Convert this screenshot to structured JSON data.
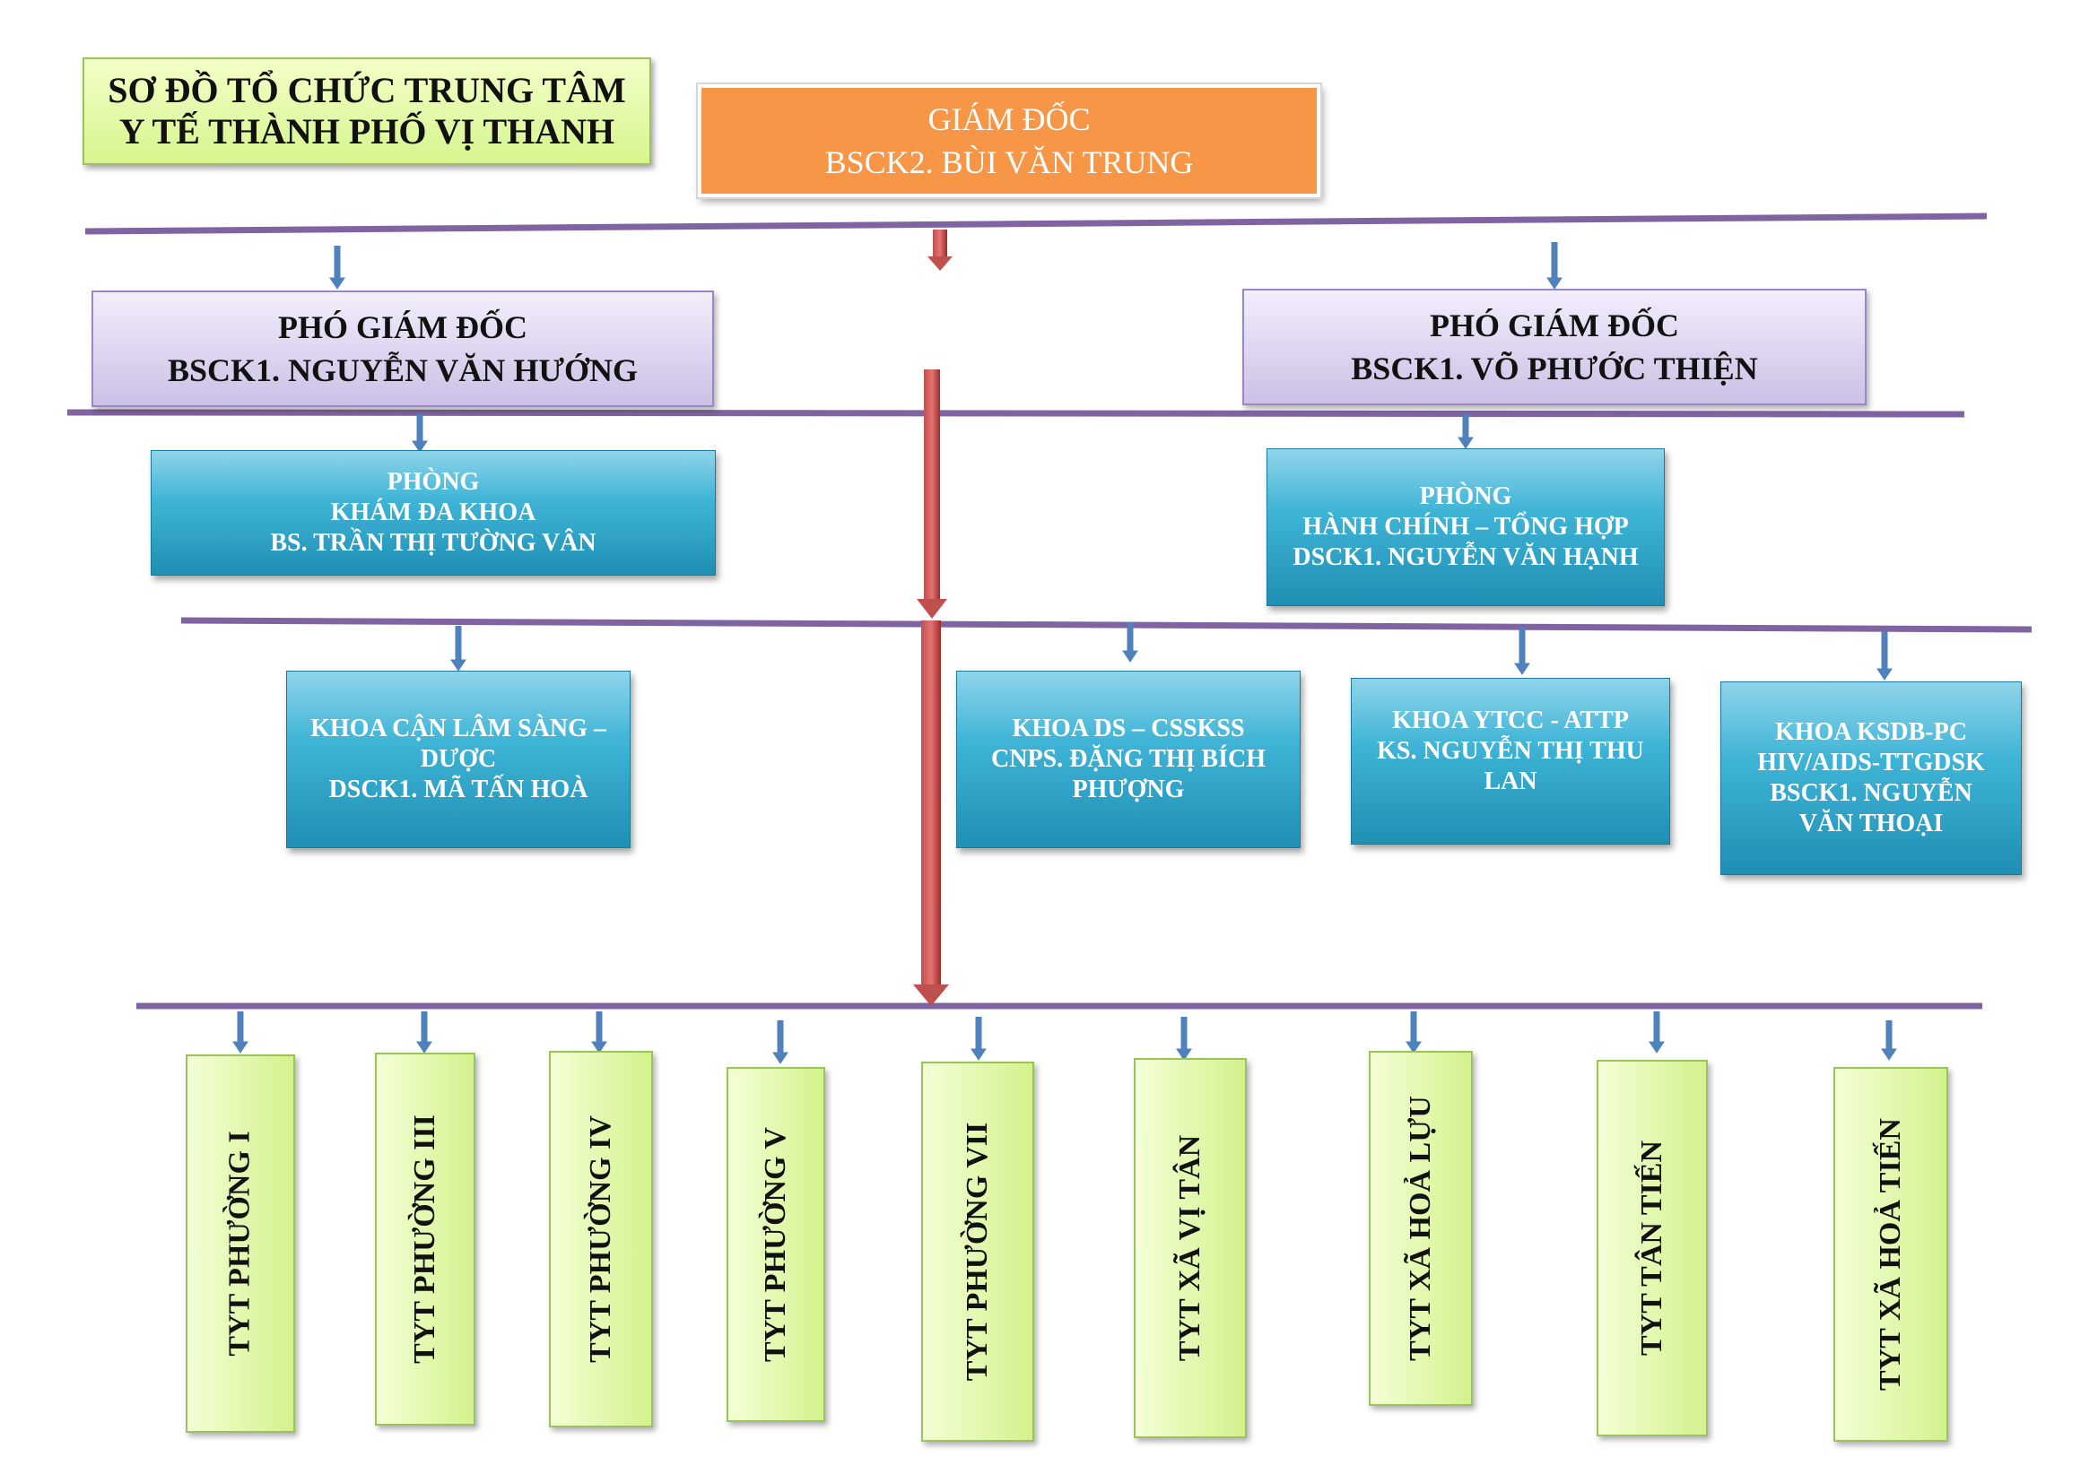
{
  "title": {
    "line1": "SƠ ĐỒ TỔ CHỨC TRUNG TÂM",
    "line2": "Y TẾ THÀNH PHỐ VỊ THANH"
  },
  "director": {
    "role": "GIÁM ĐỐC",
    "name": "BSCK2. BÙI VĂN TRUNG"
  },
  "deputies": [
    {
      "role": "PHÓ GIÁM ĐỐC",
      "name": "BSCK1. NGUYỄN VĂN HƯỚNG"
    },
    {
      "role": "PHÓ GIÁM ĐỐC",
      "name": "BSCK1. VÕ PHƯỚC THIỆN"
    }
  ],
  "offices": [
    {
      "l1": "PHÒNG",
      "l2": "KHÁM ĐA KHOA",
      "l3": "BS. TRẦN THỊ TƯỜNG VÂN"
    },
    {
      "l1": "PHÒNG",
      "l2": "HÀNH CHÍNH – TỔNG HỢP",
      "l3": "DSCK1. NGUYỄN VĂN HẠNH"
    }
  ],
  "departments": [
    {
      "l1": "KHOA CẬN LÂM SÀNG –",
      "l2": "DƯỢC",
      "l3": "DSCK1. MÃ TẤN HOÀ",
      "l4": ""
    },
    {
      "l1": "KHOA DS – CSSKSS",
      "l2": "CNPS. ĐẶNG THỊ BÍCH",
      "l3": "PHƯỢNG",
      "l4": ""
    },
    {
      "l1": "KHOA YTCC - ATTP",
      "l2": "KS. NGUYỄN THỊ THU",
      "l3": "LAN",
      "l4": ""
    },
    {
      "l1": "KHOA KSDB-PC",
      "l2": "HIV/AIDS-TTGDSK",
      "l3": "BSCK1. NGUYỄN",
      "l4": "VĂN THOẠI"
    }
  ],
  "stations": [
    "TYT PHƯỜNG I",
    "TYT PHƯỜNG III",
    "TYT PHƯỜNG IV",
    "TYT PHƯỜNG V",
    "TYT PHƯỜNG VII",
    "TYT XÃ VỊ TÂN",
    "TYT XÃ HOẢ LỰU",
    "TYT TÂN TIẾN",
    "TYT XÃ HOẢ TIẾN"
  ],
  "colors": {
    "line": "#8064a2",
    "arrow": "#4f81bd",
    "trunk": "#c0504d",
    "director": "#f79646",
    "dept": "#31b0d5"
  }
}
